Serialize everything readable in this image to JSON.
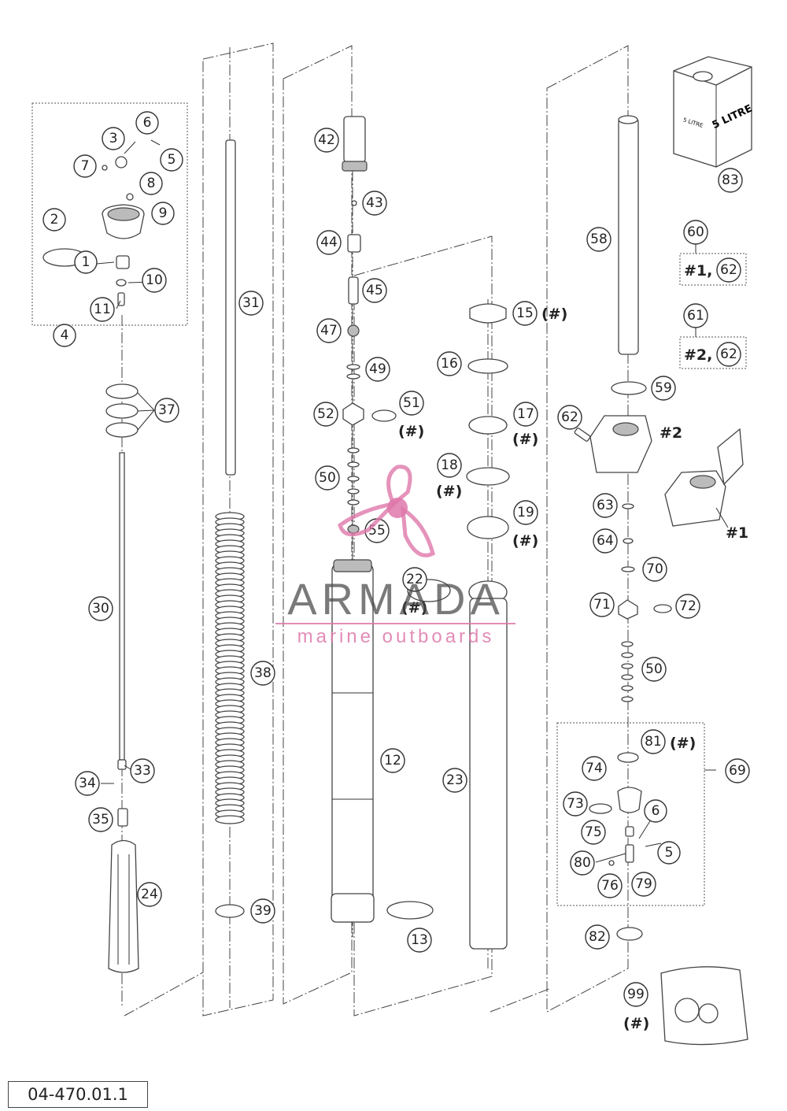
{
  "diagram_code": "04-470.01.1",
  "watermark": {
    "brand": "ARMADA",
    "tagline": "marine outboards",
    "brand_color": "#de78aa"
  },
  "callouts": [
    {
      "id": "c1",
      "label": "1"
    },
    {
      "id": "c2",
      "label": "2"
    },
    {
      "id": "c3",
      "label": "3"
    },
    {
      "id": "c4",
      "label": "4"
    },
    {
      "id": "c5a",
      "label": "5"
    },
    {
      "id": "c6a",
      "label": "6"
    },
    {
      "id": "c7",
      "label": "7"
    },
    {
      "id": "c8",
      "label": "8"
    },
    {
      "id": "c9",
      "label": "9"
    },
    {
      "id": "c10",
      "label": "10"
    },
    {
      "id": "c11",
      "label": "11"
    },
    {
      "id": "c12",
      "label": "12"
    },
    {
      "id": "c13",
      "label": "13"
    },
    {
      "id": "c15",
      "label": "15"
    },
    {
      "id": "c16",
      "label": "16"
    },
    {
      "id": "c17",
      "label": "17"
    },
    {
      "id": "c18",
      "label": "18"
    },
    {
      "id": "c19",
      "label": "19"
    },
    {
      "id": "c22",
      "label": "22"
    },
    {
      "id": "c23",
      "label": "23"
    },
    {
      "id": "c24",
      "label": "24"
    },
    {
      "id": "c30",
      "label": "30"
    },
    {
      "id": "c31",
      "label": "31"
    },
    {
      "id": "c33",
      "label": "33"
    },
    {
      "id": "c34",
      "label": "34"
    },
    {
      "id": "c35",
      "label": "35"
    },
    {
      "id": "c37",
      "label": "37"
    },
    {
      "id": "c38",
      "label": "38"
    },
    {
      "id": "c39",
      "label": "39"
    },
    {
      "id": "c42",
      "label": "42"
    },
    {
      "id": "c43",
      "label": "43"
    },
    {
      "id": "c44",
      "label": "44"
    },
    {
      "id": "c45",
      "label": "45"
    },
    {
      "id": "c47",
      "label": "47"
    },
    {
      "id": "c49",
      "label": "49"
    },
    {
      "id": "c50a",
      "label": "50"
    },
    {
      "id": "c51",
      "label": "51"
    },
    {
      "id": "c52",
      "label": "52"
    },
    {
      "id": "c55",
      "label": "55"
    },
    {
      "id": "c58",
      "label": "58"
    },
    {
      "id": "c59",
      "label": "59"
    },
    {
      "id": "c60",
      "label": "60"
    },
    {
      "id": "c61",
      "label": "61"
    },
    {
      "id": "c62",
      "label": "62"
    },
    {
      "id": "c62b",
      "label": "62"
    },
    {
      "id": "c62c",
      "label": "62"
    },
    {
      "id": "c63",
      "label": "63"
    },
    {
      "id": "c64",
      "label": "64"
    },
    {
      "id": "c69",
      "label": "69"
    },
    {
      "id": "c70",
      "label": "70"
    },
    {
      "id": "c71",
      "label": "71"
    },
    {
      "id": "c72",
      "label": "72"
    },
    {
      "id": "c50b",
      "label": "50"
    },
    {
      "id": "c73",
      "label": "73"
    },
    {
      "id": "c74",
      "label": "74"
    },
    {
      "id": "c75",
      "label": "75"
    },
    {
      "id": "c76",
      "label": "76"
    },
    {
      "id": "c79",
      "label": "79"
    },
    {
      "id": "c80",
      "label": "80"
    },
    {
      "id": "c81",
      "label": "81"
    },
    {
      "id": "c82",
      "label": "82"
    },
    {
      "id": "c83",
      "label": "83"
    },
    {
      "id": "c99",
      "label": "99"
    },
    {
      "id": "c5b",
      "label": "5"
    },
    {
      "id": "c6b",
      "label": "6"
    }
  ],
  "ref_marks": [
    {
      "id": "r15",
      "text": "(#)"
    },
    {
      "id": "r17",
      "text": "(#)"
    },
    {
      "id": "r18",
      "text": "(#)"
    },
    {
      "id": "r19",
      "text": "(#)"
    },
    {
      "id": "r22",
      "text": "(#)"
    },
    {
      "id": "r51",
      "text": "(#)"
    },
    {
      "id": "r81",
      "text": "(#)"
    },
    {
      "id": "r99",
      "text": "(#)"
    },
    {
      "id": "rh2",
      "text": "#2"
    },
    {
      "id": "rh1",
      "text": "#1"
    }
  ],
  "kit_notes": [
    {
      "id": "k60",
      "prefix": "#1,"
    },
    {
      "id": "k61",
      "prefix": "#2,"
    }
  ],
  "oil_can": {
    "label": "5 LITRE",
    "small_label": "5 LITRE"
  }
}
